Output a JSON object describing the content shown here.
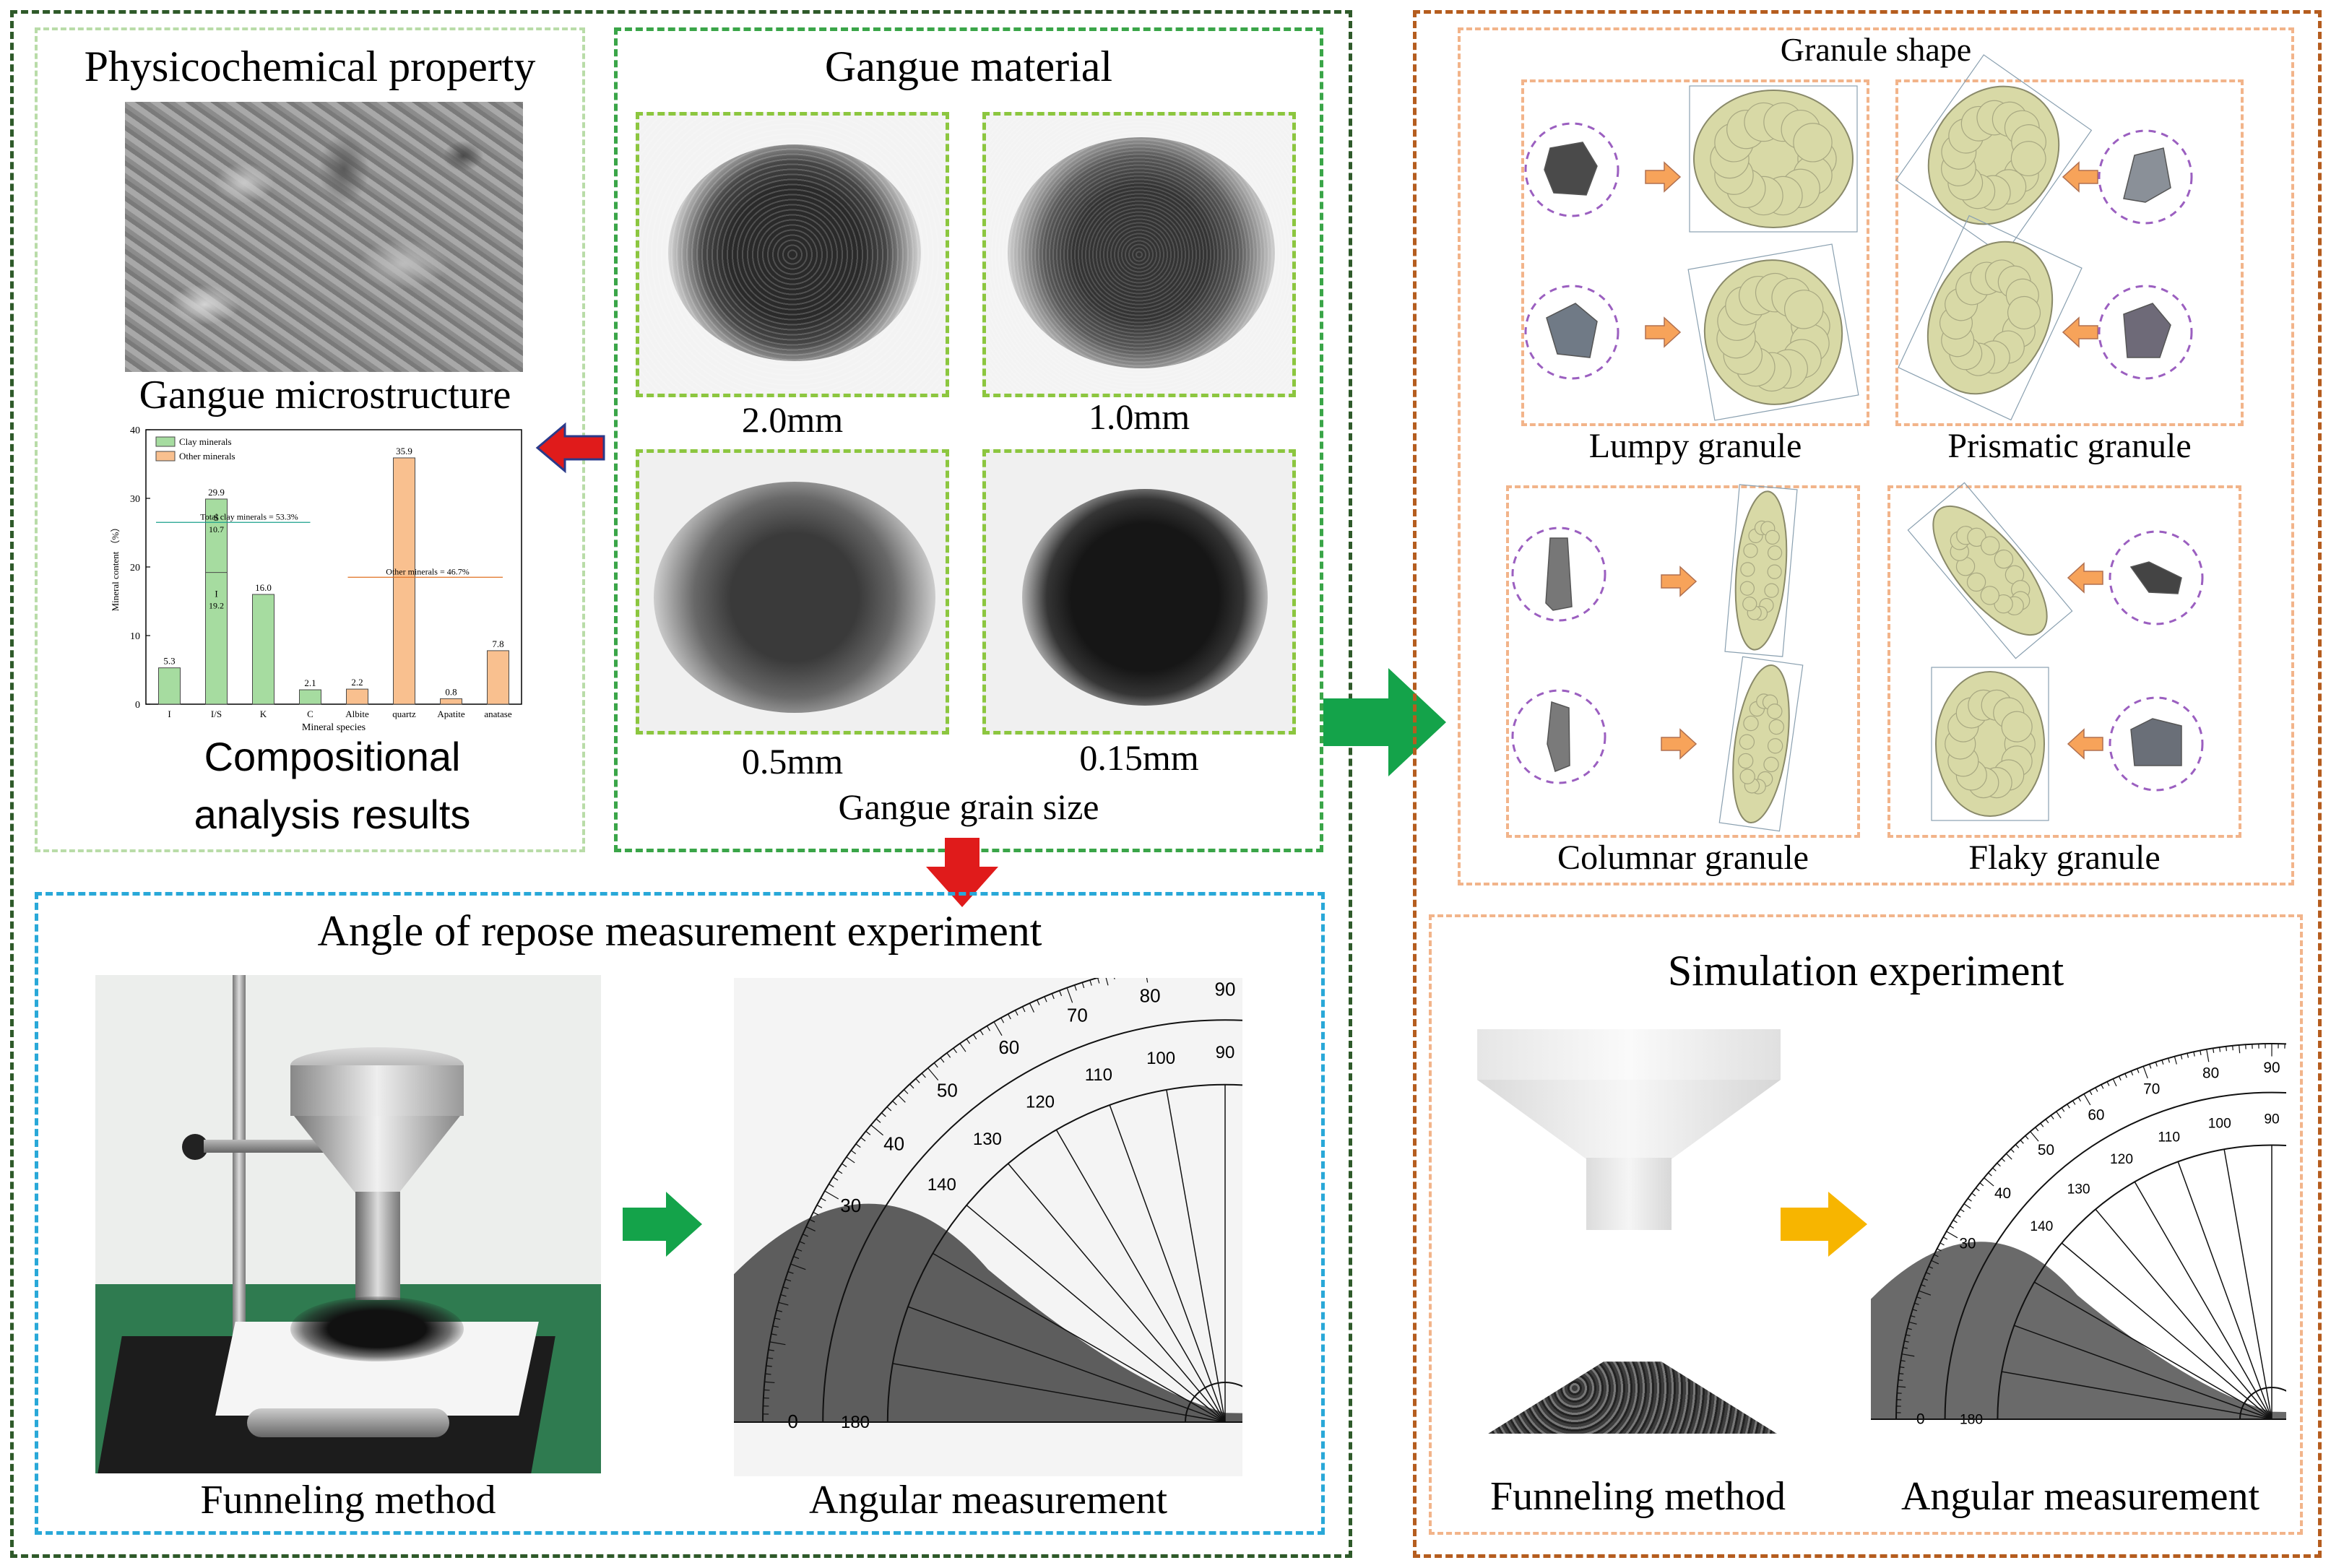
{
  "left_panel": {
    "physchem": {
      "title": "Physicochemical property",
      "micro_caption": "Gangue microstructure",
      "comp_caption_1": "Compositional",
      "comp_caption_2": "analysis results"
    },
    "material": {
      "title": "Gangue material",
      "sizes": [
        "2.0mm",
        "1.0mm",
        "0.5mm",
        "0.15mm"
      ],
      "footer": "Gangue grain size"
    },
    "repose": {
      "title": "Angle of repose measurement experiment",
      "caption_left": "Funneling method",
      "caption_right": "Angular measurement"
    }
  },
  "right_panel": {
    "shape": {
      "title": "Granule shape",
      "lumpy": "Lumpy granule",
      "prismatic": "Prismatic granule",
      "columnar": "Columnar granule",
      "flaky": "Flaky granule"
    },
    "simulation": {
      "title": "Simulation experiment",
      "caption_left": "Funneling method",
      "caption_right": "Angular measurement"
    }
  },
  "protractor": {
    "outer_ticks": [
      "0",
      "30",
      "40",
      "50",
      "60",
      "70",
      "80",
      "90"
    ],
    "inner_ticks": [
      "180",
      "140",
      "130",
      "120",
      "110",
      "100",
      "90"
    ]
  },
  "chart_data": {
    "type": "bar",
    "categories": [
      "I",
      "I/S",
      "K",
      "C",
      "Albite",
      "quartz",
      "Apatite",
      "anatase"
    ],
    "series": [
      {
        "name": "Clay minerals",
        "values": [
          5.3,
          29.9,
          16.0,
          2.1,
          null,
          null,
          null,
          null
        ]
      },
      {
        "name": "Other minerals",
        "values": [
          null,
          null,
          null,
          null,
          2.2,
          35.9,
          0.8,
          7.8
        ]
      }
    ],
    "stack_labels": {
      "S": 10.7,
      "I": 19.2
    },
    "value_labels": [
      "5.3",
      "29.9",
      "16.0",
      "2.1",
      "2.2",
      "35.9",
      "0.8",
      "7.8"
    ],
    "annotations": [
      "Total clay minerals = 53.3%",
      "Other minerals = 46.7%"
    ],
    "xlabel": "Mineral species",
    "ylabel": "Mineral content （%）",
    "ylim": [
      0,
      40
    ],
    "yticks": [
      "0",
      "10",
      "20",
      "30",
      "40"
    ],
    "legend_position": "top-left",
    "colors": {
      "clay": "#a6dca0",
      "other": "#f9c08f"
    }
  },
  "colors": {
    "dark_green_border": "#2f5a2a",
    "light_green_border": "#b9dca8",
    "green_border": "#3aa548",
    "blue_border": "#29a8d8",
    "brown_border": "#b55d1f",
    "peach_border": "#f2b48a",
    "arrow_red": "#e01b1b",
    "arrow_green": "#14a34a",
    "arrow_orange": "#f7a35a",
    "arrow_yellow": "#f7b500",
    "granule_fill": "#d8d9a6"
  }
}
